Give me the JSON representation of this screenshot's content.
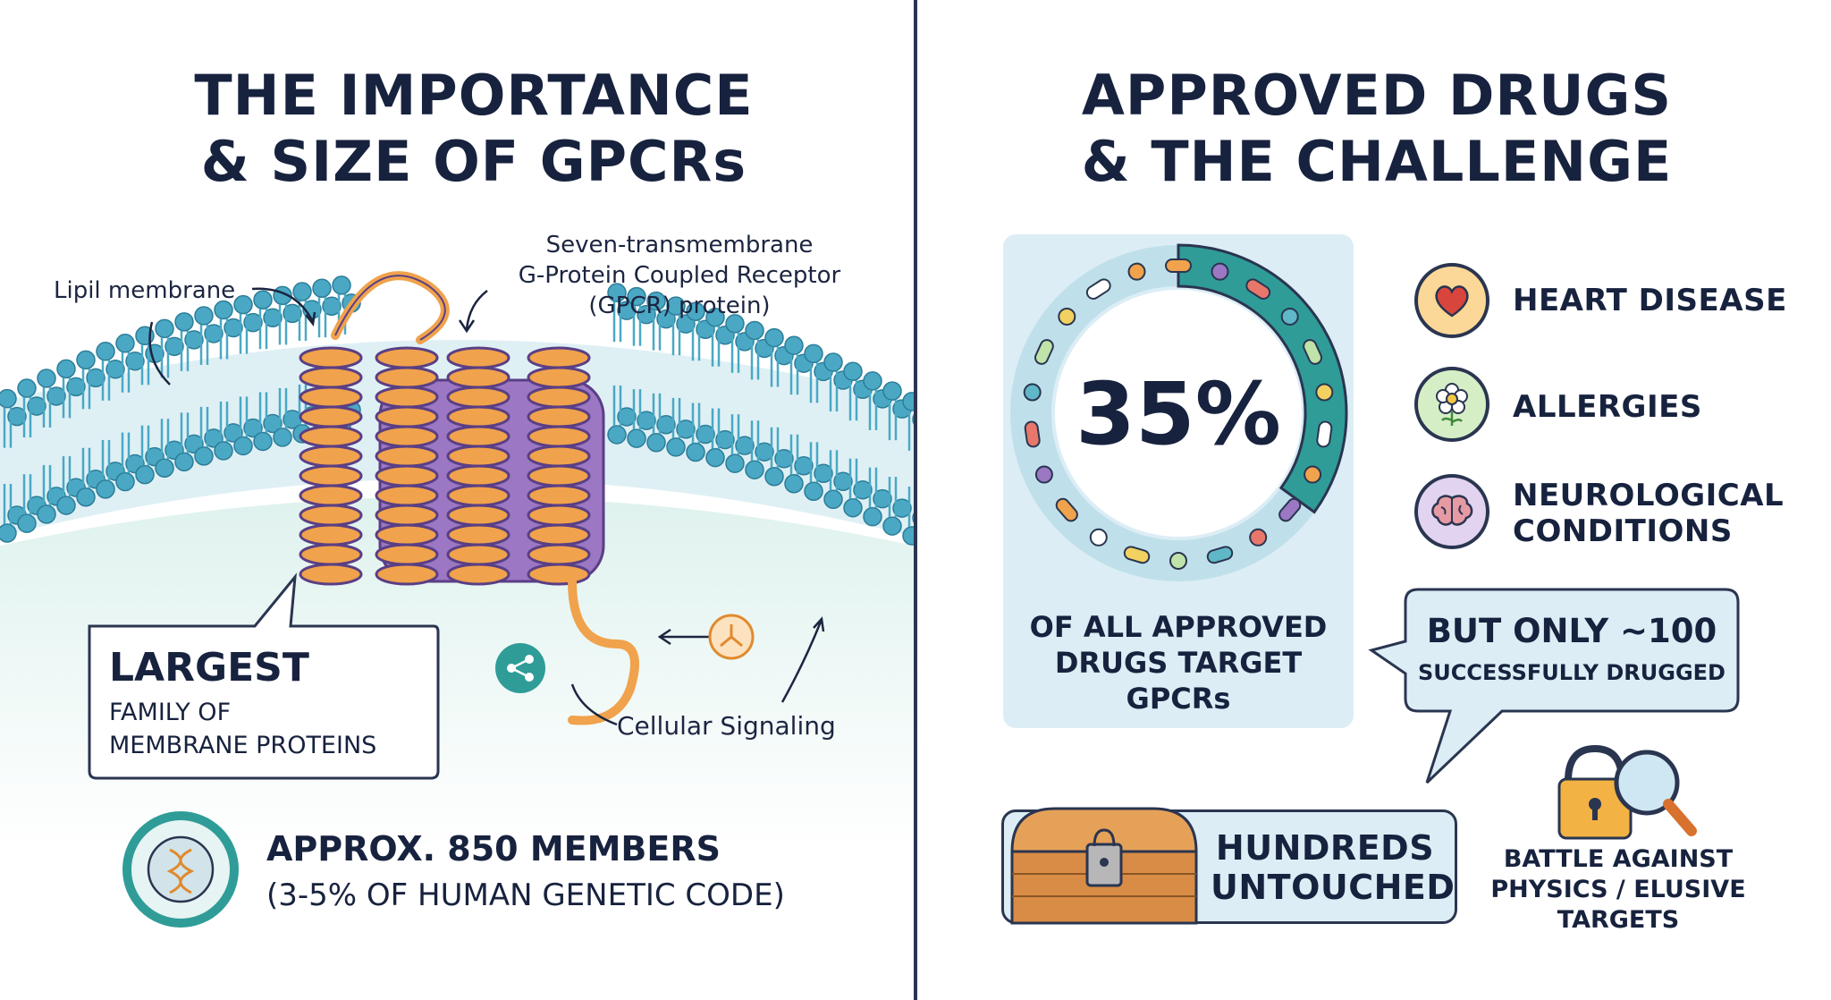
{
  "left": {
    "title_line1": "THE IMPORTANCE",
    "title_line2": "& SIZE OF GPCRs",
    "label_membrane": "Lipil membrane",
    "label_gpcr_line1": "Seven-transmembrane",
    "label_gpcr_line2": "G-Protein Coupled Receptor",
    "label_gpcr_line3": "(GPCR) protein)",
    "callout_big": "LARGEST",
    "callout_line1": "FAMILY OF",
    "callout_line2": "MEMBRANE PROTEINS",
    "label_signaling": "Cellular Signaling",
    "members_line1": "APPROX. 850 MEMBERS",
    "members_line2": "(3-5% OF HUMAN GENETIC CODE)"
  },
  "right": {
    "title_line1": "APPROVED DRUGS",
    "title_line2": "& THE CHALLENGE",
    "stat_value": "35%",
    "stat_fraction": 0.35,
    "stat_line1": "OF ALL APPROVED",
    "stat_line2": "DRUGS TARGET",
    "stat_line3": "GPCRs",
    "diseases": [
      {
        "label": "HEART DISEASE",
        "icon": "heart-icon"
      },
      {
        "label": "ALLERGIES",
        "icon": "flower-icon"
      },
      {
        "label_line1": "NEUROLOGICAL",
        "label_line2": "CONDITIONS",
        "icon": "brain-icon"
      }
    ],
    "bubble_line1": "BUT ONLY ~100",
    "bubble_line2": "SUCCESSFULLY DRUGGED",
    "chest_line1": "HUNDREDS",
    "chest_line2": "UNTOUCHED",
    "battle_line1": "BATTLE AGAINST",
    "battle_line2": "PHYSICS / ELUSIVE",
    "battle_line3": "TARGETS"
  },
  "colors": {
    "navy": "#17223e",
    "membrane_blue": "#4aa8c4",
    "helix_orange": "#f0a24c",
    "protein_purple": "#9b77c4",
    "teal": "#2f9c98",
    "light_blue_panel": "#dcedf5"
  }
}
